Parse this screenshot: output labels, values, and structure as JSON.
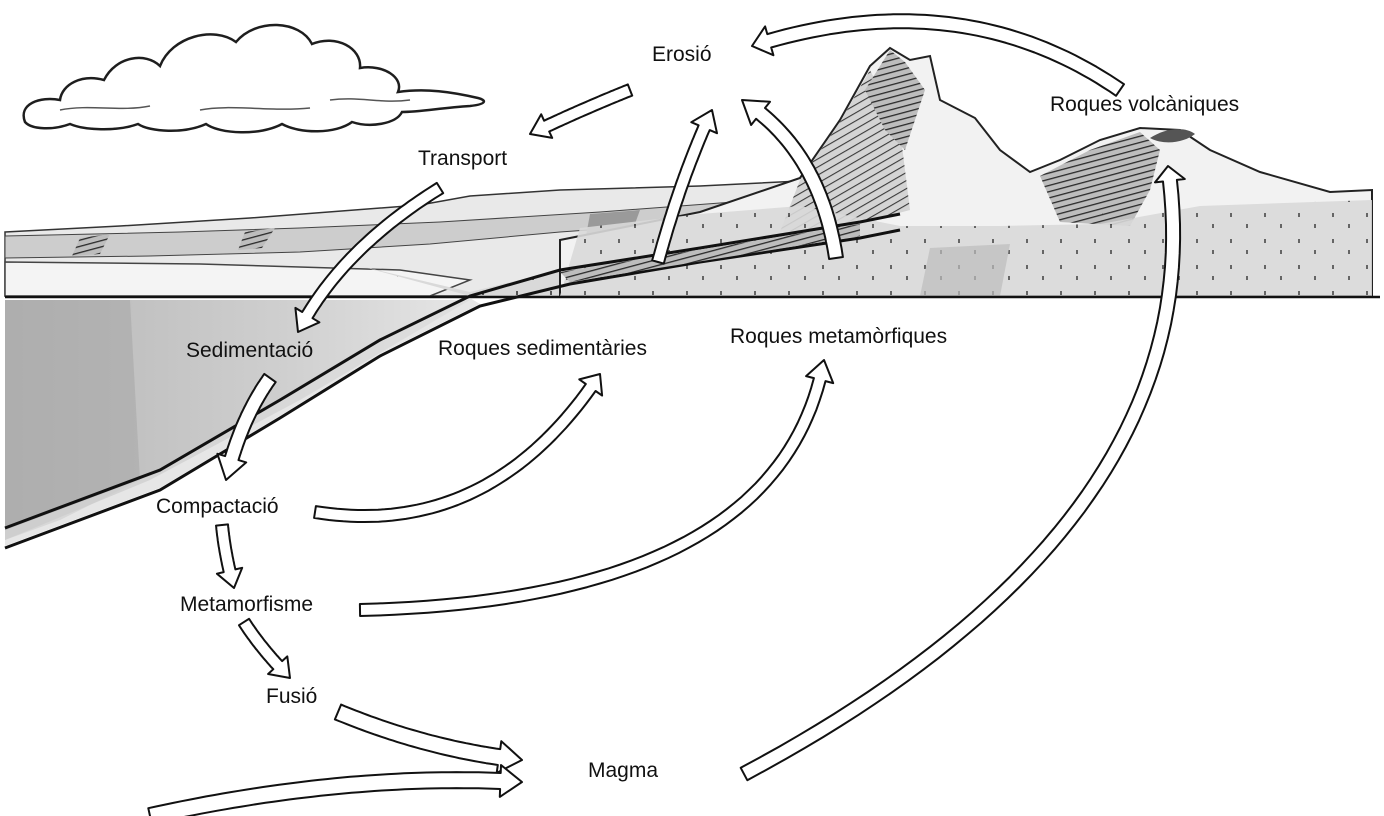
{
  "diagram": {
    "labels": {
      "erosio": "Erosió",
      "transport": "Transport",
      "roques_volcaniques": "Roques volcàniques",
      "sedimentacio": "Sedimentació",
      "roques_sedimentaries": "Roques sedimentàries",
      "roques_metamorfiques": "Roques metamòrfiques",
      "compactacio": "Compactació",
      "metamorfisme": "Metamorfisme",
      "fusio": "Fusió",
      "magma": "Magma"
    }
  }
}
